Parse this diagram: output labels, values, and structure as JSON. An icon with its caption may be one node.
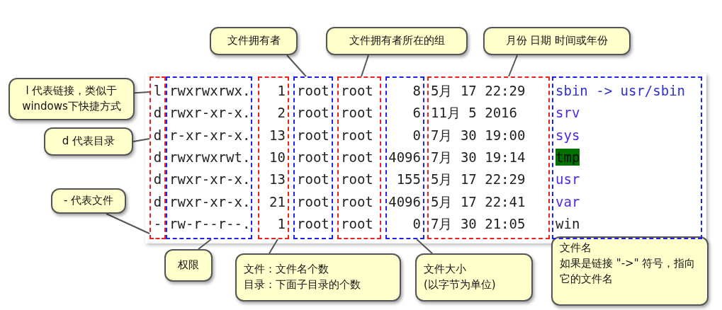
{
  "diagram": {
    "nodes": [
      {
        "text": [
          "l 代表链接，类似于 windows下快捷方式"
        ]
      },
      {
        "text": [
          "d 代表目录"
        ]
      },
      {
        "text": [
          "- 代表文件"
        ]
      },
      {
        "text": [
          "文件拥有者"
        ]
      },
      {
        "text": [
          "文件拥有者所在的组"
        ]
      },
      {
        "text": [
          "月份 日期 时间或年份"
        ]
      },
      {
        "text": [
          "权限"
        ]
      },
      {
        "text": [
          "文件：文件名个数",
          "目录：下面子目录的个数"
        ]
      },
      {
        "text": [
          "文件大小",
          "(以字节为单位)"
        ]
      },
      {
        "text": [
          "文件名",
          "如果是链接 \"->\" 符号，指向它的文件名"
        ]
      },
      {
        "text": [
          "l",
          "d",
          "d",
          "d",
          "d",
          "d",
          "-"
        ]
      },
      {
        "text": [
          "rwxrwxrwx.",
          "rwxr-xr-x.",
          "r-xr-xr-x.",
          "rwxrwxrwt.",
          "rwxr-xr-x.",
          "rwxr-xr-x.",
          "rw-r--r--."
        ]
      },
      {
        "text": [
          "1",
          "2",
          "13",
          "10",
          "13",
          "21",
          "1"
        ]
      },
      {
        "text": [
          "root",
          "root",
          "root",
          "root",
          "root",
          "root",
          "root"
        ]
      },
      {
        "text": [
          "root",
          "root",
          "root",
          "root",
          "root",
          "root",
          "root"
        ]
      },
      {
        "text": [
          "8",
          "6",
          "0",
          "4096",
          "155",
          "4096",
          "0"
        ]
      },
      {
        "text": [
          "5月 17 22:29",
          "11月 5 2016",
          "7月 30 19:00",
          "7月 30 19:14",
          "5月 17 22:29",
          "5月 17 22:41",
          "7月 30 21:05"
        ]
      },
      {
        "text": [
          "sbin -> usr/sbin",
          "srv",
          "sys",
          "tmp",
          "usr",
          "var",
          "win"
        ]
      }
    ],
    "edges": [
      {
        "from": 0,
        "to": 10,
        "arrow": "none"
      },
      {
        "from": 1,
        "to": 10,
        "arrow": "none"
      },
      {
        "from": 2,
        "to": 10,
        "arrow": "none"
      },
      {
        "from": 3,
        "to": 13,
        "arrow": "none"
      },
      {
        "from": 4,
        "to": 14,
        "arrow": "none"
      },
      {
        "from": 5,
        "to": 16,
        "arrow": "none"
      },
      {
        "from": 6,
        "to": 11,
        "arrow": "none"
      },
      {
        "from": 7,
        "to": 12,
        "arrow": "none"
      },
      {
        "from": 8,
        "to": 15,
        "arrow": "none"
      }
    ]
  }
}
